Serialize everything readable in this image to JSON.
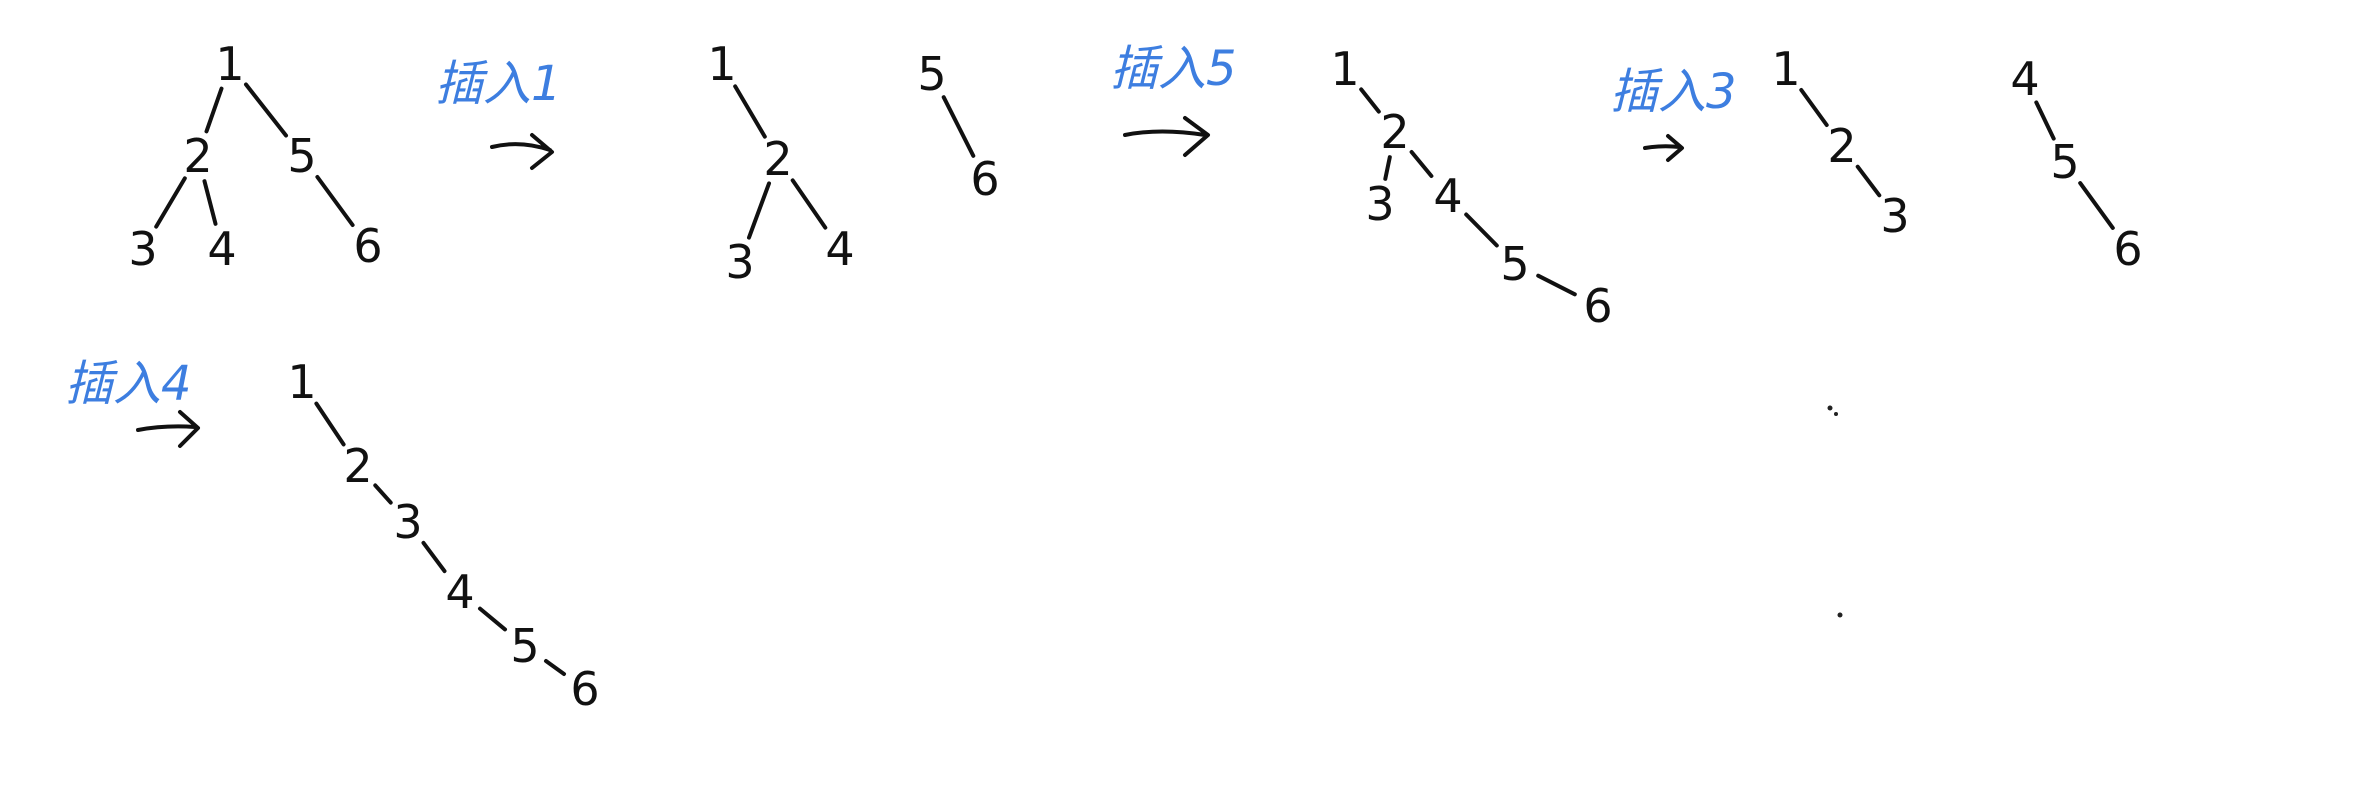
{
  "colors": {
    "ink": "#111111",
    "annotation": "#3d7ee0",
    "background": "#ffffff"
  },
  "steps": [
    {
      "label": "插入1"
    },
    {
      "label": "插入5"
    },
    {
      "label": "插入3"
    },
    {
      "label": "插入4"
    }
  ],
  "trees": [
    {
      "id": "t0",
      "nodes": [
        {
          "id": "a1",
          "label": "1"
        },
        {
          "id": "a2",
          "label": "2"
        },
        {
          "id": "a5",
          "label": "5"
        },
        {
          "id": "a3",
          "label": "3"
        },
        {
          "id": "a4",
          "label": "4"
        },
        {
          "id": "a6",
          "label": "6"
        }
      ],
      "edges": [
        [
          "a1",
          "a2"
        ],
        [
          "a1",
          "a5"
        ],
        [
          "a2",
          "a3"
        ],
        [
          "a2",
          "a4"
        ],
        [
          "a5",
          "a6"
        ]
      ]
    },
    {
      "id": "t1a",
      "nodes": [
        {
          "id": "b1",
          "label": "1"
        },
        {
          "id": "b2",
          "label": "2"
        },
        {
          "id": "b3",
          "label": "3"
        },
        {
          "id": "b4",
          "label": "4"
        }
      ],
      "edges": [
        [
          "b1",
          "b2"
        ],
        [
          "b2",
          "b3"
        ],
        [
          "b2",
          "b4"
        ]
      ]
    },
    {
      "id": "t1b",
      "nodes": [
        {
          "id": "c5",
          "label": "5"
        },
        {
          "id": "c6",
          "label": "6"
        }
      ],
      "edges": [
        [
          "c5",
          "c6"
        ]
      ]
    },
    {
      "id": "t2",
      "nodes": [
        {
          "id": "d1",
          "label": "1"
        },
        {
          "id": "d2",
          "label": "2"
        },
        {
          "id": "d3",
          "label": "3"
        },
        {
          "id": "d4",
          "label": "4"
        },
        {
          "id": "d5",
          "label": "5"
        },
        {
          "id": "d6",
          "label": "6"
        }
      ],
      "edges": [
        [
          "d1",
          "d2"
        ],
        [
          "d2",
          "d3"
        ],
        [
          "d2",
          "d4"
        ],
        [
          "d4",
          "d5"
        ],
        [
          "d5",
          "d6"
        ]
      ]
    },
    {
      "id": "t3a",
      "nodes": [
        {
          "id": "e1",
          "label": "1"
        },
        {
          "id": "e2",
          "label": "2"
        },
        {
          "id": "e3",
          "label": "3"
        }
      ],
      "edges": [
        [
          "e1",
          "e2"
        ],
        [
          "e2",
          "e3"
        ]
      ]
    },
    {
      "id": "t3b",
      "nodes": [
        {
          "id": "f4",
          "label": "4"
        },
        {
          "id": "f5",
          "label": "5"
        },
        {
          "id": "f6",
          "label": "6"
        }
      ],
      "edges": [
        [
          "f4",
          "f5"
        ],
        [
          "f5",
          "f6"
        ]
      ]
    },
    {
      "id": "t4",
      "nodes": [
        {
          "id": "g1",
          "label": "1"
        },
        {
          "id": "g2",
          "label": "2"
        },
        {
          "id": "g3",
          "label": "3"
        },
        {
          "id": "g4",
          "label": "4"
        },
        {
          "id": "g5",
          "label": "5"
        },
        {
          "id": "g6",
          "label": "6"
        }
      ],
      "edges": [
        [
          "g1",
          "g2"
        ],
        [
          "g2",
          "g3"
        ],
        [
          "g3",
          "g4"
        ],
        [
          "g4",
          "g5"
        ],
        [
          "g5",
          "g6"
        ]
      ]
    }
  ]
}
